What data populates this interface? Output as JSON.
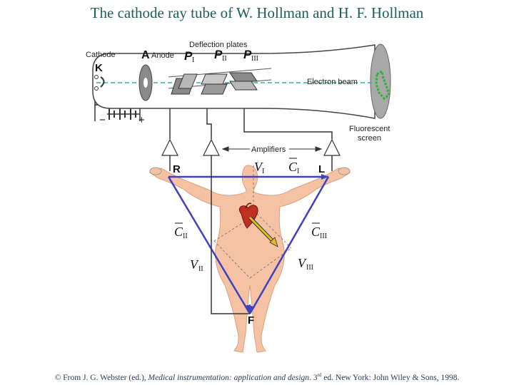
{
  "title": "The cathode ray tube of W. Hollman and H. F. Hollman",
  "labels": {
    "deflection_plates": "Deflection plates",
    "cathode": "Cathode",
    "cathode_letter": "K",
    "anode_letter": "A",
    "anode": "Anode",
    "p": "P",
    "sub_i": "I",
    "sub_ii": "II",
    "sub_iii": "III",
    "electron_beam": "Electron beam",
    "fluorescent_screen_1": "Fluorescent",
    "fluorescent_screen_2": "screen",
    "amplifiers": "Amplifiers",
    "minus": "−",
    "plus": "+",
    "right_arm": "R",
    "left_arm": "L",
    "foot": "F",
    "v": "V",
    "c": "C"
  },
  "colors": {
    "title": "#1e5d5d",
    "wire": "#333333",
    "triangle": "#4040c0",
    "beam": "#30b0b0",
    "trace": "#30b030",
    "skin": "#f5c3a3",
    "heart": "#c03020",
    "vector": "#e0c020",
    "screen": "#a8a8a8"
  },
  "citation": {
    "prefix": "© From J. G. Webster (ed.), ",
    "book": "Medical instrumentation: application and design",
    "mid": ". 3",
    "sup": "rd",
    "suffix": " ed. New York: John Wiley & Sons, 1998."
  }
}
